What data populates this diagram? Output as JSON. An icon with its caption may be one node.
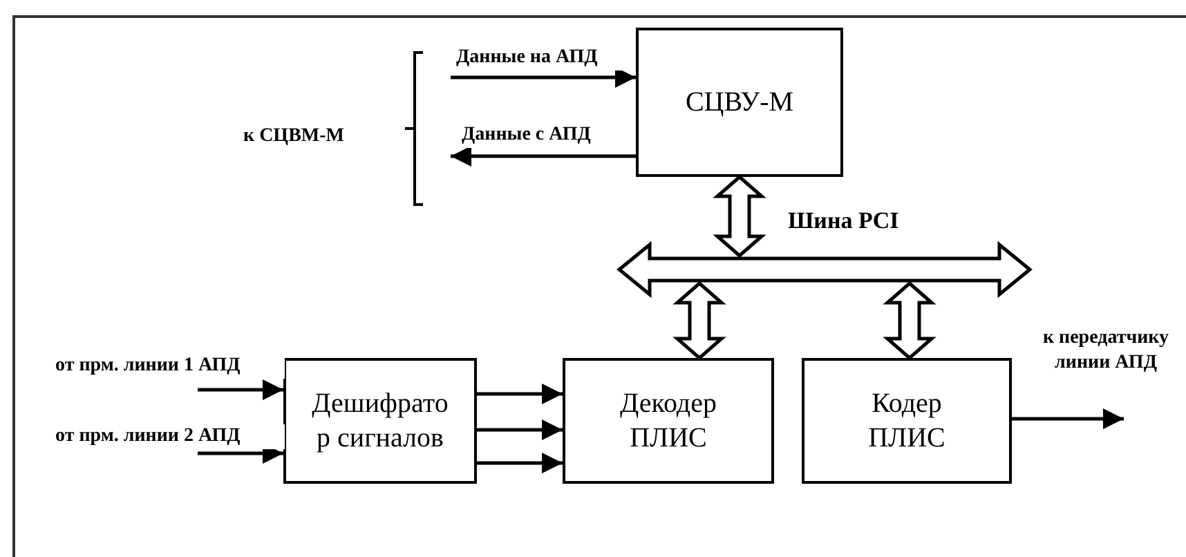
{
  "diagram": {
    "nodes": [
      {
        "text": [
          "СЦВУ-М"
        ]
      },
      {
        "text": [
          "Шина PCI"
        ]
      },
      {
        "text": [
          "Дешифрато р сигналов"
        ]
      },
      {
        "text": [
          "Декодер ПЛИС"
        ]
      },
      {
        "text": [
          "Кодер ПЛИС"
        ]
      }
    ],
    "edges": [
      {
        "from": null,
        "to": 0,
        "arrow": "to",
        "label": "Данные на АПД"
      },
      {
        "from": 0,
        "to": null,
        "arrow": "to",
        "label": "Данные с АПД"
      },
      {
        "from": 0,
        "to": 1,
        "arrow": "both",
        "style": "thick"
      },
      {
        "from": 1,
        "to": 3,
        "arrow": "both",
        "style": "thick"
      },
      {
        "from": 1,
        "to": 4,
        "arrow": "both",
        "style": "thick"
      },
      {
        "from": null,
        "to": 2,
        "arrow": "to",
        "label": "от прм. линии 1 АПД"
      },
      {
        "from": null,
        "to": 2,
        "arrow": "to",
        "label": "от прм. линии 2 АПД"
      },
      {
        "from": 2,
        "to": 3,
        "arrow": "to"
      },
      {
        "from": 2,
        "to": 3,
        "arrow": "to"
      },
      {
        "from": 2,
        "to": 3,
        "arrow": "to"
      },
      {
        "from": 4,
        "to": null,
        "arrow": "to",
        "label": "к передатчику линии АПД"
      }
    ],
    "labels": [
      "к СЦВМ-М"
    ]
  }
}
